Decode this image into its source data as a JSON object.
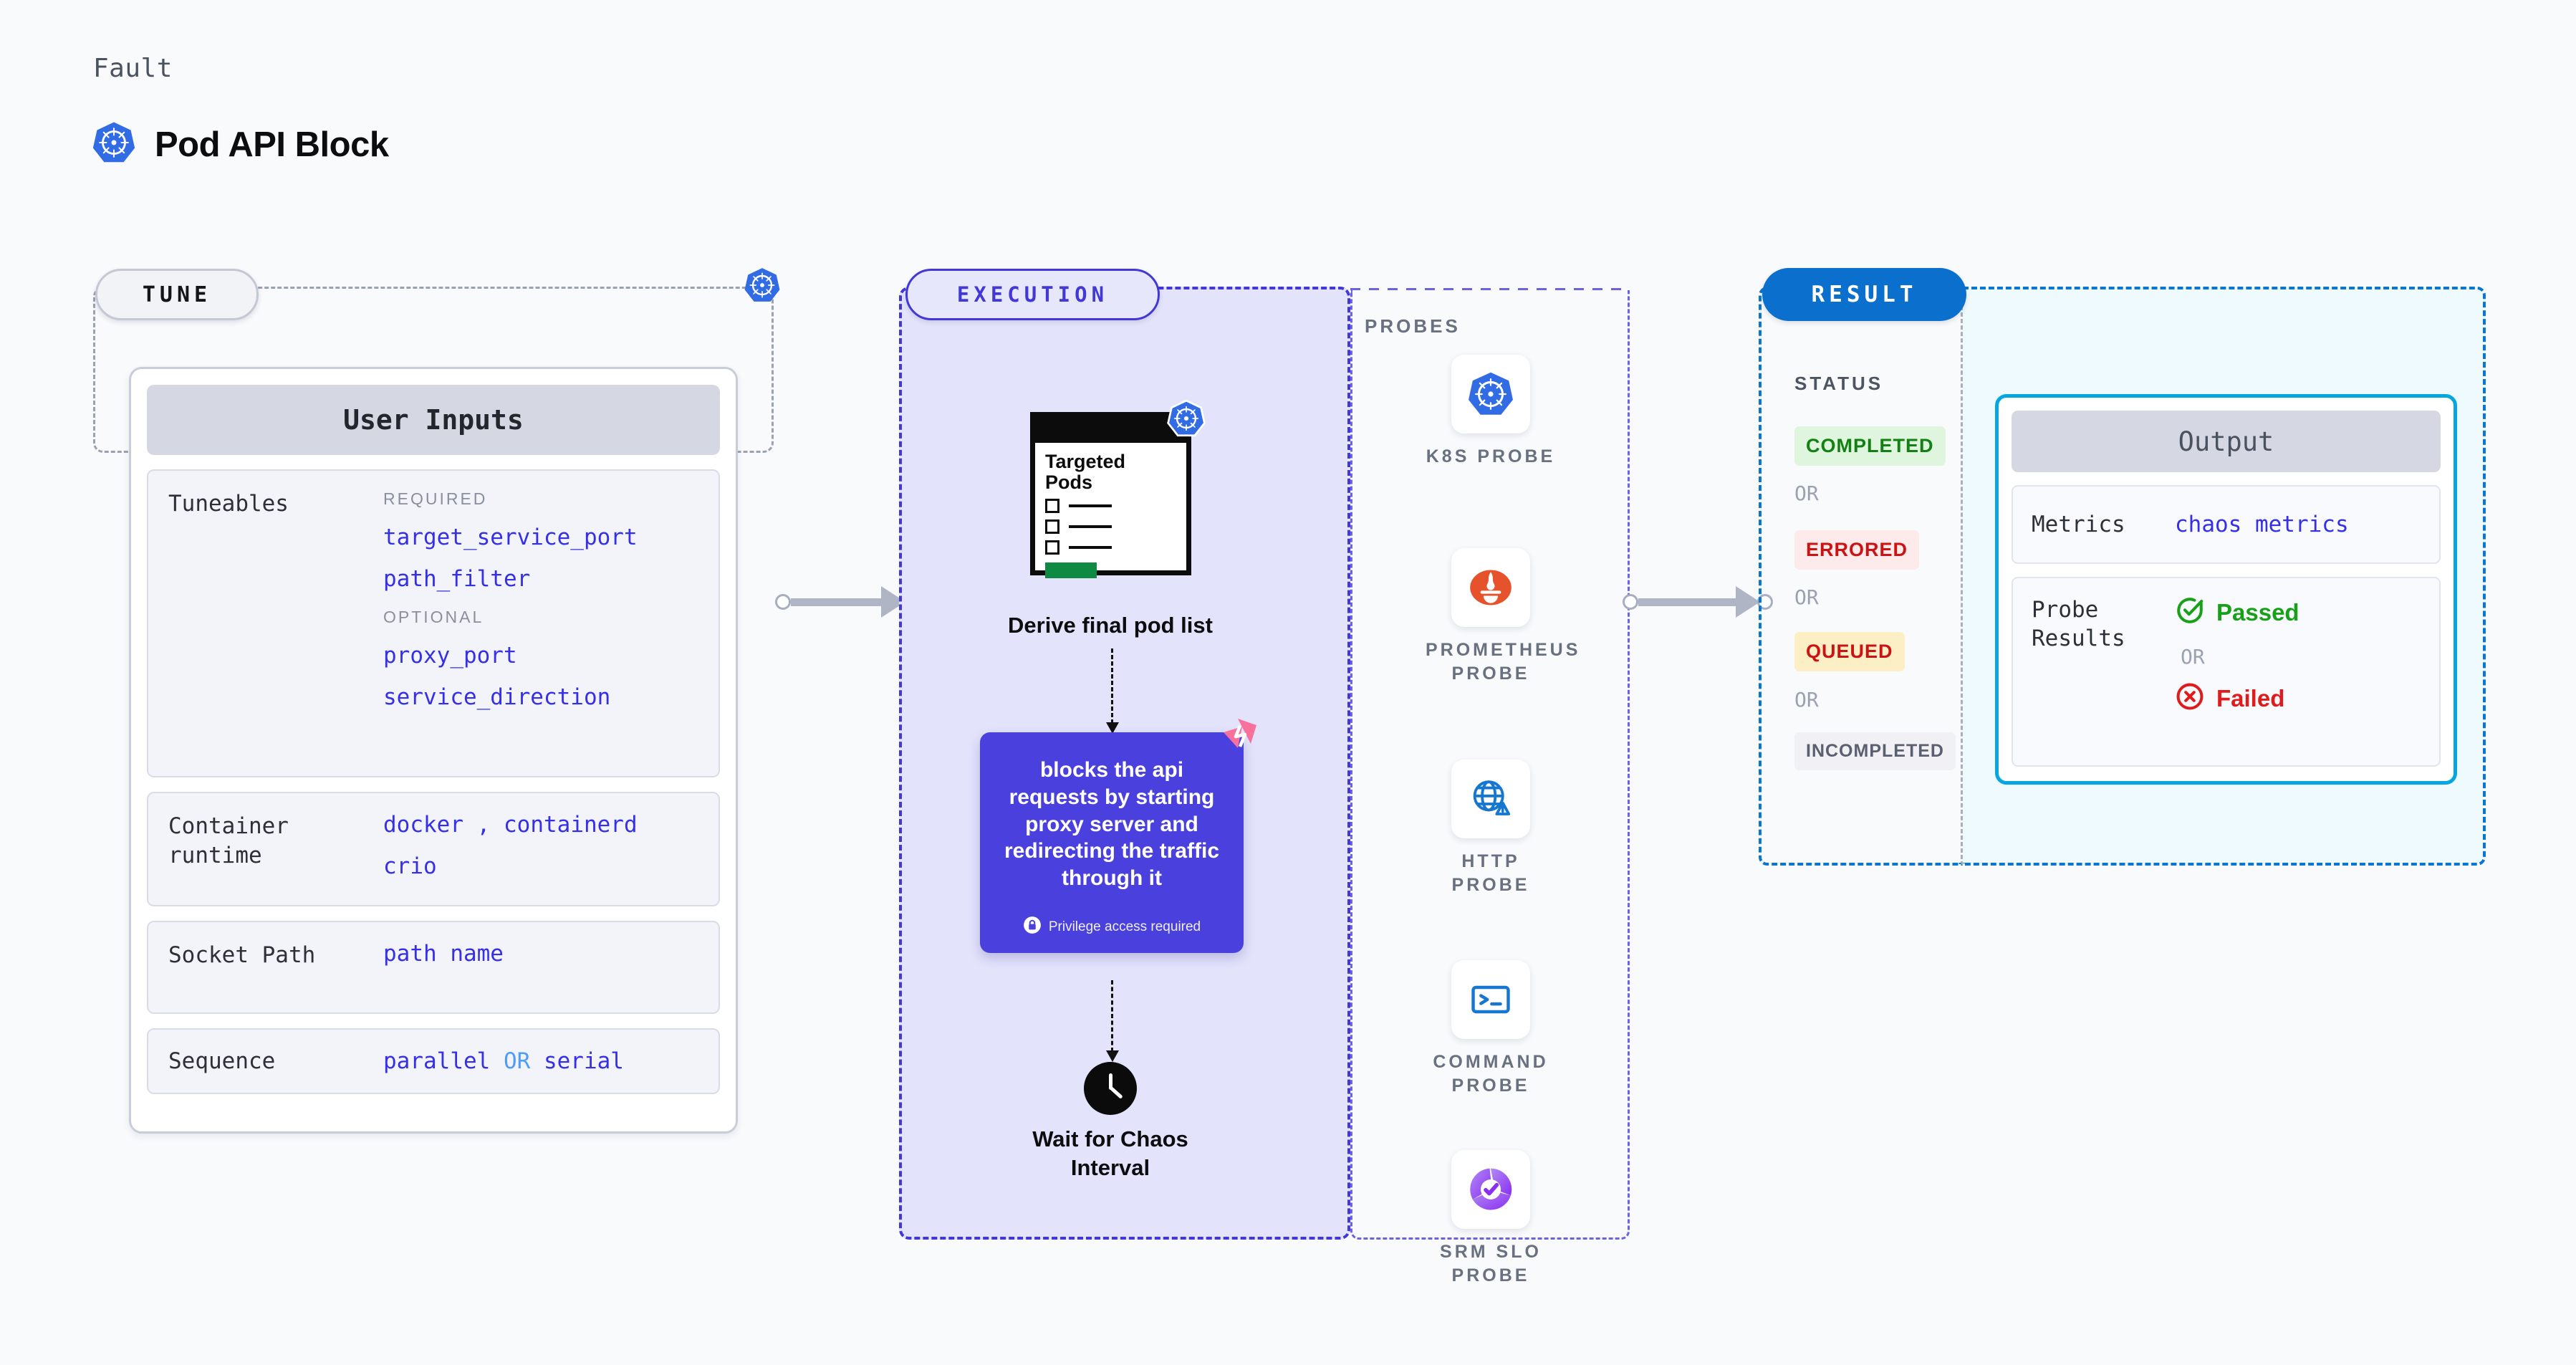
{
  "header": {
    "eyebrow": "Fault",
    "title": "Pod API Block",
    "icon": "kubernetes-icon"
  },
  "tune": {
    "pill_label": "TUNE",
    "card_title": "User Inputs",
    "rows": [
      {
        "key": "Tuneables",
        "groups": [
          {
            "tag": "REQUIRED",
            "items": [
              "target_service_port",
              "path_filter"
            ]
          },
          {
            "tag": "OPTIONAL",
            "items": [
              "proxy_port",
              "service_direction"
            ]
          }
        ]
      }
    ],
    "runtime": {
      "key": "Container runtime",
      "v1": "docker",
      "sep": ",",
      "v2": "containerd",
      "v3": "crio"
    },
    "socket": {
      "key": "Socket Path",
      "value": "path name"
    },
    "sequence": {
      "key": "Sequence",
      "v1": "parallel",
      "or": "OR",
      "v2": "serial"
    }
  },
  "execution": {
    "pill_label": "EXECUTION",
    "pods_card": {
      "title_line1": "Targeted",
      "title_line2": "Pods",
      "badge_icon": "kubernetes-icon"
    },
    "derive_caption": "Derive final pod list",
    "fault_card": {
      "text": "blocks the api requests by starting proxy server and redirecting the traffic through it",
      "badge": "Privilege access required",
      "badge_icon": "lock-icon",
      "corner_icon": "harness-logo",
      "color": "#4a40dd"
    },
    "wait_caption": "Wait for Chaos Interval",
    "wait_icon": "clock-icon"
  },
  "probes": {
    "section_label": "PROBES",
    "items": [
      {
        "label": "K8S PROBE",
        "icon": "kubernetes-icon"
      },
      {
        "label": "PROMETHEUS PROBE",
        "icon": "prometheus-icon"
      },
      {
        "label": "HTTP PROBE",
        "icon": "globe-warning-icon"
      },
      {
        "label": "COMMAND PROBE",
        "icon": "terminal-icon"
      },
      {
        "label": "SRM SLO PROBE",
        "icon": "srm-slo-icon"
      }
    ]
  },
  "result": {
    "pill_label": "RESULT",
    "status_label": "STATUS",
    "or_label": "OR",
    "statuses": [
      {
        "label": "COMPLETED",
        "bg": "#dff5dd",
        "fg": "#138013"
      },
      {
        "label": "ERRORED",
        "bg": "#fdeaea",
        "fg": "#cc1313"
      },
      {
        "label": "QUEUED",
        "bg": "#fcefc6",
        "fg": "#cc1313"
      },
      {
        "label": "INCOMPLETED",
        "bg": "#f0f0f5",
        "fg": "#5a6070"
      }
    ]
  },
  "output": {
    "card_title": "Output",
    "metrics": {
      "key": "Metrics",
      "value": "chaos metrics"
    },
    "probe_results": {
      "key": "Probe Results",
      "passed": "Passed",
      "passed_icon": "check-circle-icon",
      "or": "OR",
      "failed": "Failed",
      "failed_icon": "x-circle-icon"
    }
  }
}
